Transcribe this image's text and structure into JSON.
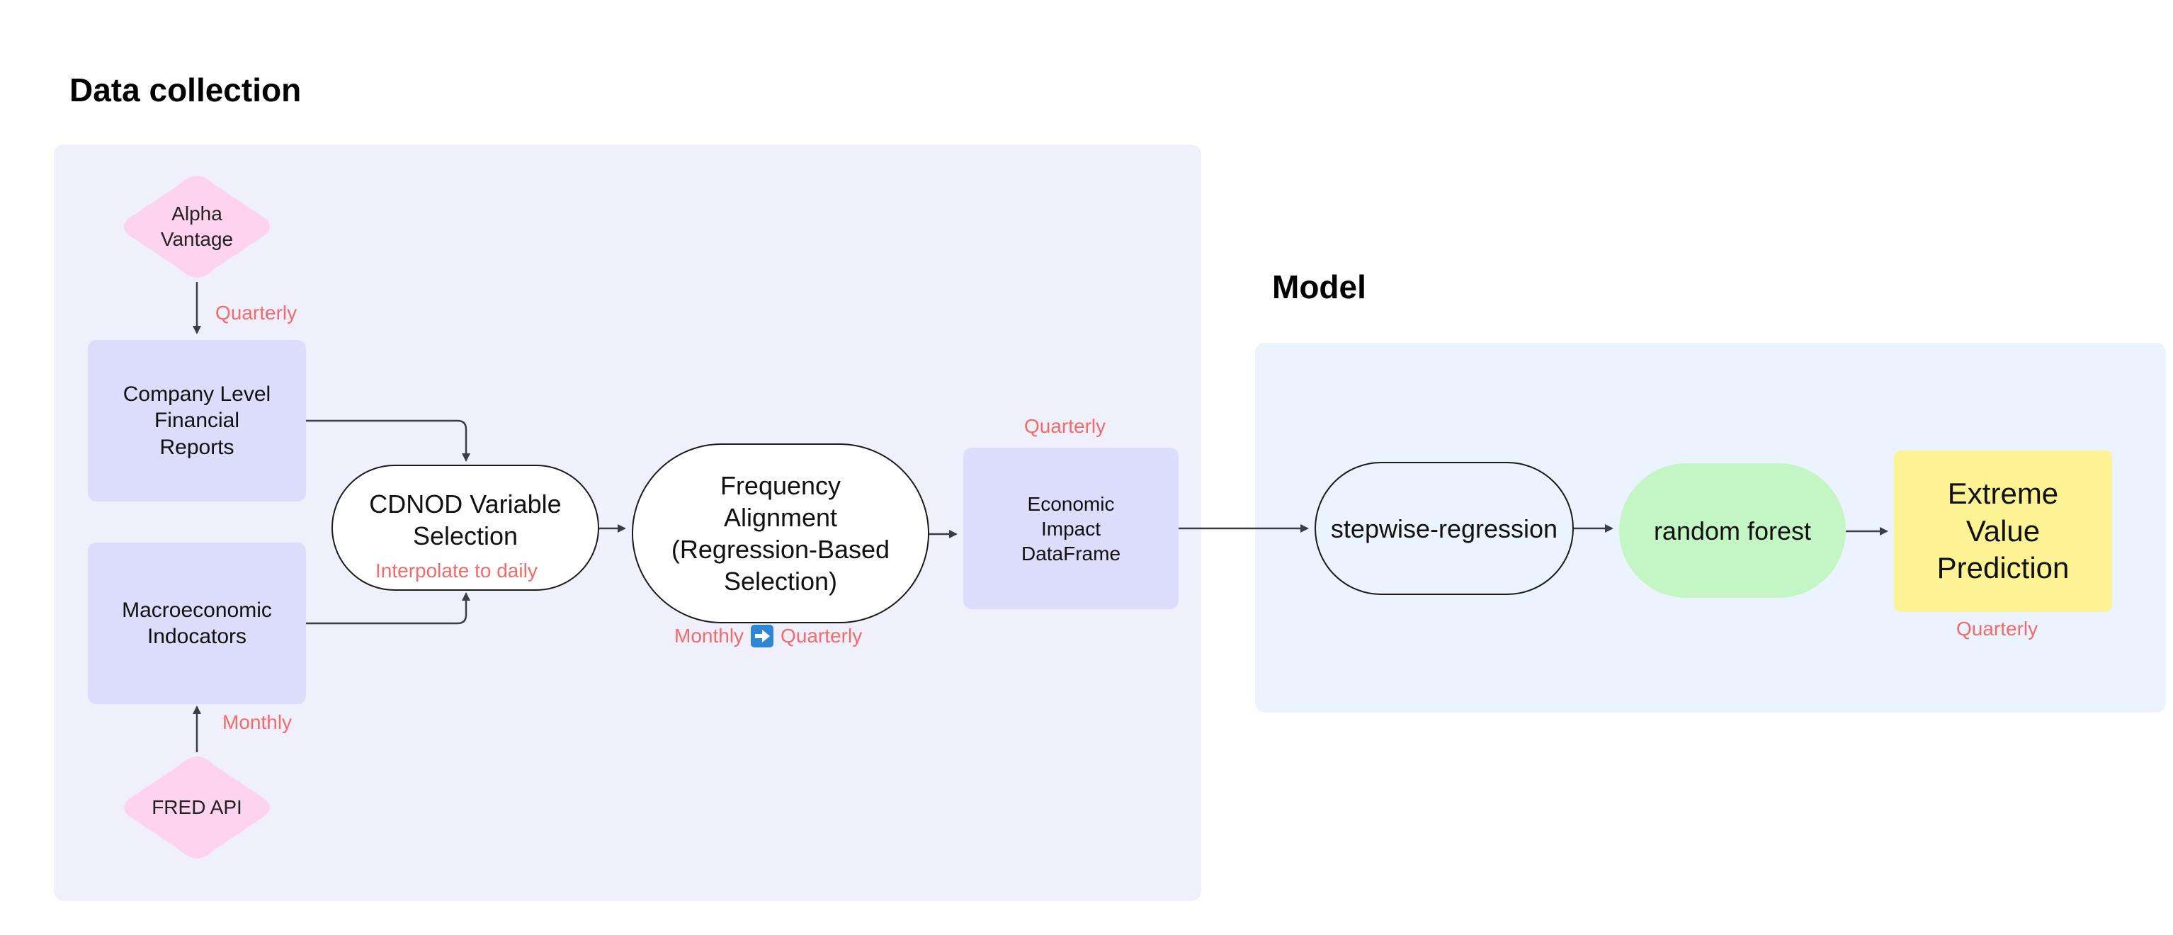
{
  "sections": {
    "data_collection": "Data collection",
    "model": "Model"
  },
  "sources": {
    "alpha_vantage": [
      "Alpha",
      "Vantage"
    ],
    "fred_api": "FRED API"
  },
  "nodes": {
    "company_reports": [
      "Company Level",
      "Financial",
      "Reports"
    ],
    "macro_indicators": [
      "Macroeconomic",
      "Indocators"
    ],
    "cdnod": [
      "CDNOD Variable",
      "Selection"
    ],
    "frequency_alignment": [
      "Frequency",
      "Alignment",
      "(Regression-Based",
      "Selection)"
    ],
    "economic_impact": [
      "Economic",
      "Impact",
      "DataFrame"
    ],
    "stepwise": "stepwise-regression",
    "random_forest": "random forest",
    "extreme_value": [
      "Extreme",
      "Value",
      "Prediction"
    ]
  },
  "annotations": {
    "alpha_freq": "Quarterly",
    "fred_freq": "Monthly",
    "cdnod_note": "Interpolate to daily",
    "alignment_from": "Monthly",
    "alignment_arrow_icon": "right-arrow-emoji",
    "alignment_to": "Quarterly",
    "dataframe_freq": "Quarterly",
    "prediction_freq": "Quarterly"
  },
  "colors": {
    "data_collection_frame": "#f0f0fc",
    "model_frame": "#ebf3fe",
    "process_box": "#dcdcfb",
    "source_diamond": "#fdd3f0",
    "random_forest": "#c4f5c4",
    "prediction": "#fdf294",
    "annotation_text": "#f26b6b",
    "emoji_arrow_bg": "#2f86d3"
  }
}
